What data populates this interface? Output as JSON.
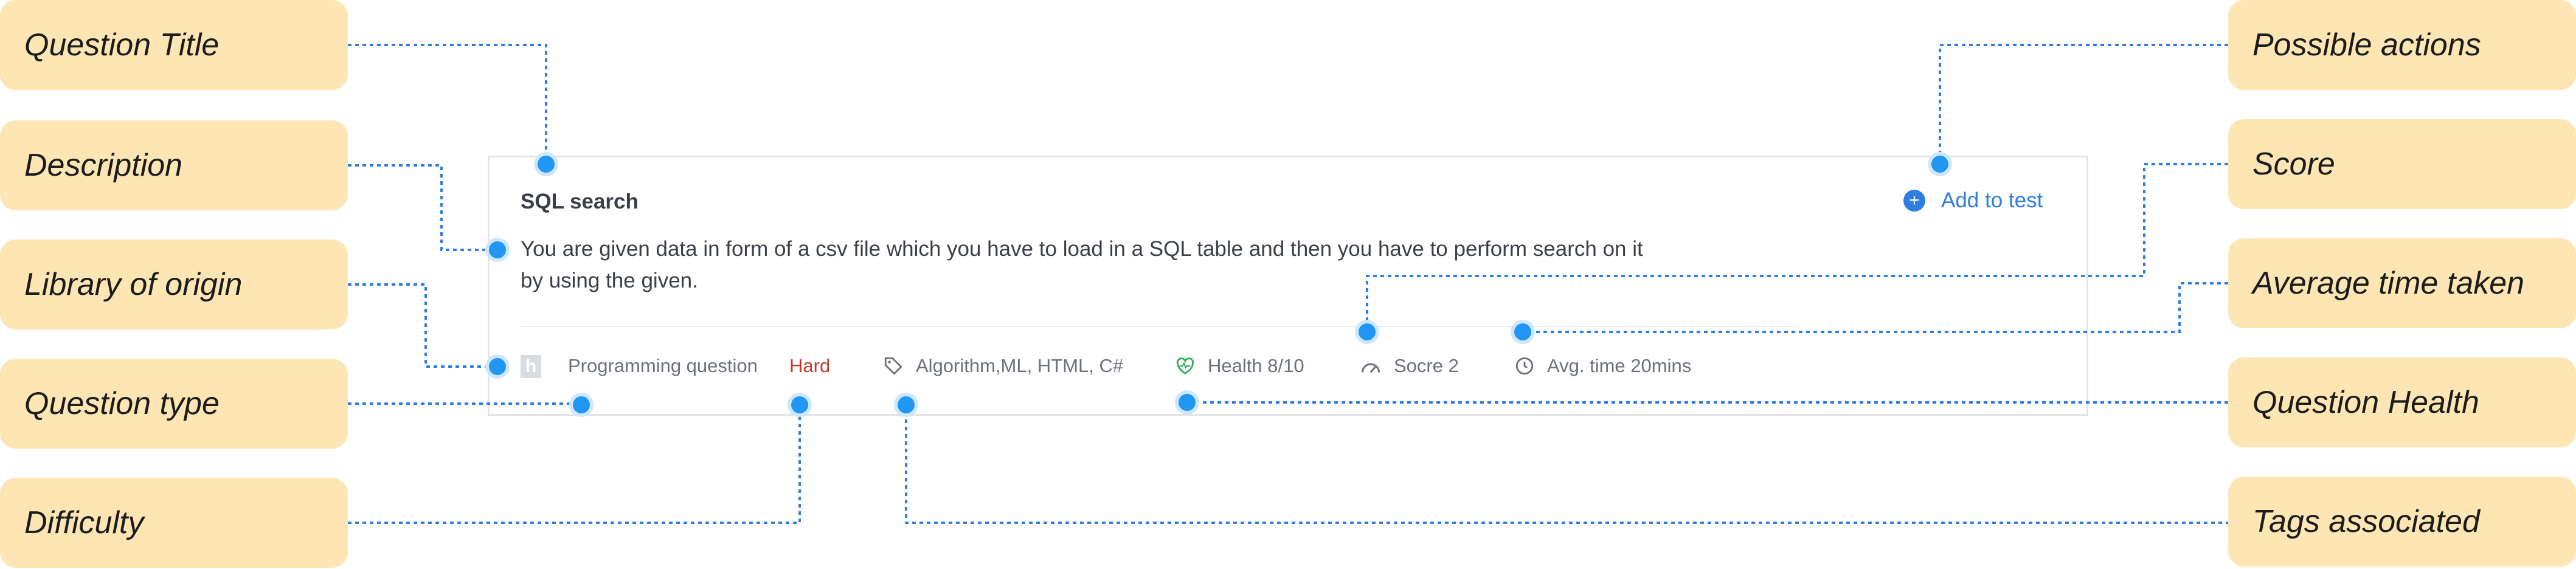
{
  "callouts": {
    "question_title": "Question Title",
    "description": "Description",
    "library_of_origin": "Library of origin",
    "question_type": "Question type",
    "difficulty": "Difficulty",
    "possible_actions": "Possible actions",
    "score": "Score",
    "average_time_taken": "Average time taken",
    "question_health": "Question Health",
    "tags_associated": "Tags associated"
  },
  "card": {
    "title": "SQL search",
    "description": "You are given data in form of a csv file which you have to load in a SQL table and then you have to perform search on it by using the given.",
    "add_to_test": "Add to test",
    "library_icon_letter": "h",
    "question_type": "Programming question",
    "difficulty": "Hard",
    "tags": "Algorithm,ML, HTML, C#",
    "health": "Health 8/10",
    "score": "Socre 2",
    "avg_time": "Avg. time 20mins"
  },
  "icons": {
    "add": "plus-circle-icon",
    "library": "library-logo-icon",
    "tags": "tag-icon",
    "health": "heart-pulse-icon",
    "score": "gauge-icon",
    "time": "clock-icon"
  },
  "colors": {
    "callout_bg": "#fde6b3",
    "accent": "#2f7de1",
    "connector_dot": "#2196f3",
    "difficulty_hard": "#c0392b",
    "health_icon": "#2eab5b"
  }
}
